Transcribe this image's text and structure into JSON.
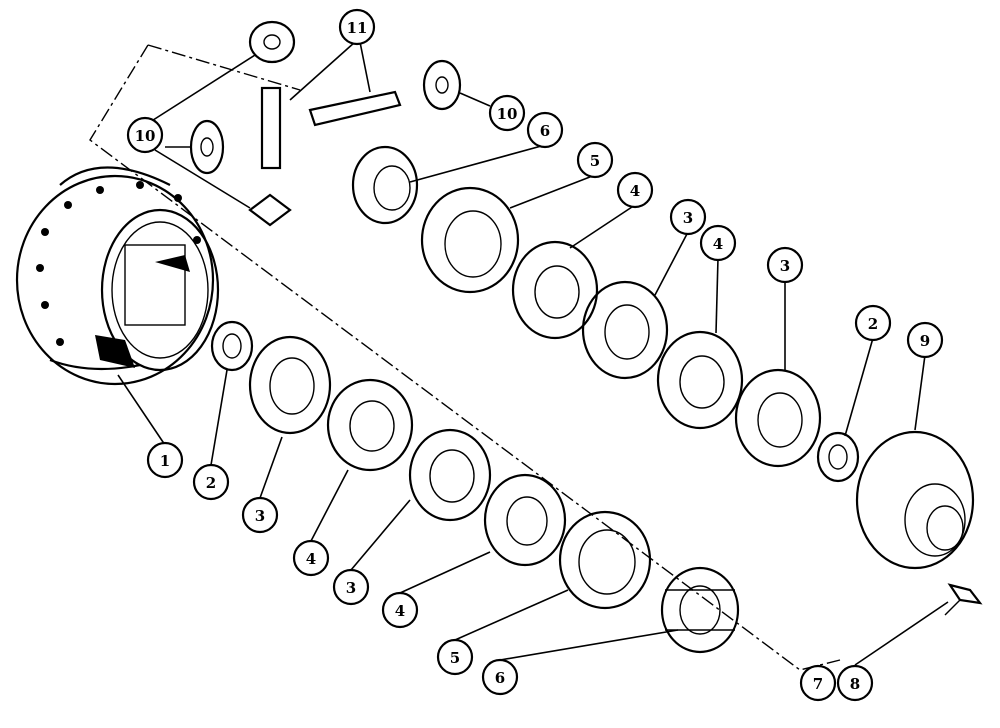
{
  "callouts": [
    {
      "id": "c1",
      "label": "1"
    },
    {
      "id": "c2a",
      "label": "2"
    },
    {
      "id": "c3a",
      "label": "3"
    },
    {
      "id": "c4a",
      "label": "4"
    },
    {
      "id": "c3b",
      "label": "3"
    },
    {
      "id": "c4b",
      "label": "4"
    },
    {
      "id": "c5a",
      "label": "5"
    },
    {
      "id": "c6a",
      "label": "6"
    },
    {
      "id": "c7",
      "label": "7"
    },
    {
      "id": "c8",
      "label": "8"
    },
    {
      "id": "c10a",
      "label": "10"
    },
    {
      "id": "c11",
      "label": "11"
    },
    {
      "id": "c10b",
      "label": "10"
    },
    {
      "id": "c6b",
      "label": "6"
    },
    {
      "id": "c5b",
      "label": "5"
    },
    {
      "id": "c4c",
      "label": "4"
    },
    {
      "id": "c3c",
      "label": "3"
    },
    {
      "id": "c4d",
      "label": "4"
    },
    {
      "id": "c3d",
      "label": "3"
    },
    {
      "id": "c2b",
      "label": "2"
    },
    {
      "id": "c9",
      "label": "9"
    }
  ]
}
